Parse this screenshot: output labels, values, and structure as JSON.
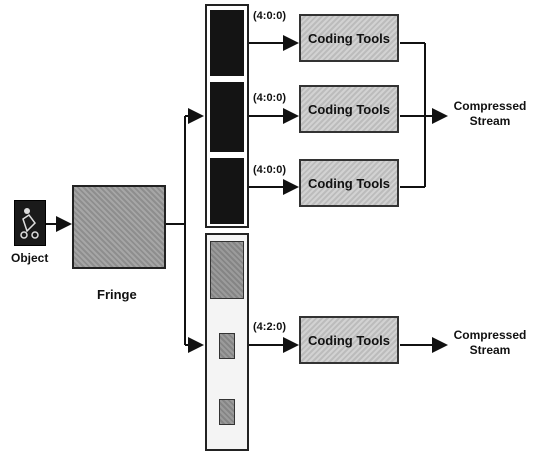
{
  "object": {
    "label": "Object"
  },
  "fringe": {
    "label": "Fringe"
  },
  "channels": [
    {
      "ratio": "(4:0:0)",
      "tool_label": "Coding Tools"
    },
    {
      "ratio": "(4:0:0)",
      "tool_label": "Coding Tools"
    },
    {
      "ratio": "(4:0:0)",
      "tool_label": "Coding Tools"
    },
    {
      "ratio": "(4:2:0)",
      "tool_label": "Coding Tools"
    }
  ],
  "outputs": [
    {
      "line1": "Compressed",
      "line2": "Stream"
    },
    {
      "line1": "Compressed",
      "line2": "Stream"
    }
  ]
}
